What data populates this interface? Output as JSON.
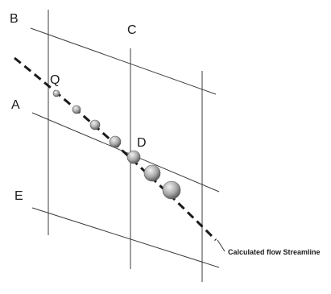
{
  "labels": {
    "a": "A",
    "b": "B",
    "c": "C",
    "d": "D",
    "e": "E",
    "q": "Q"
  },
  "caption": "Calculated flow Streamline",
  "particle_count": 7,
  "colors": {
    "line": "#3c3c3c",
    "streamline": "#1a1a1a",
    "sphere_light": "#f2f2f2",
    "sphere_mid": "#a8a8a8",
    "sphere_dark": "#4a4a4a"
  }
}
